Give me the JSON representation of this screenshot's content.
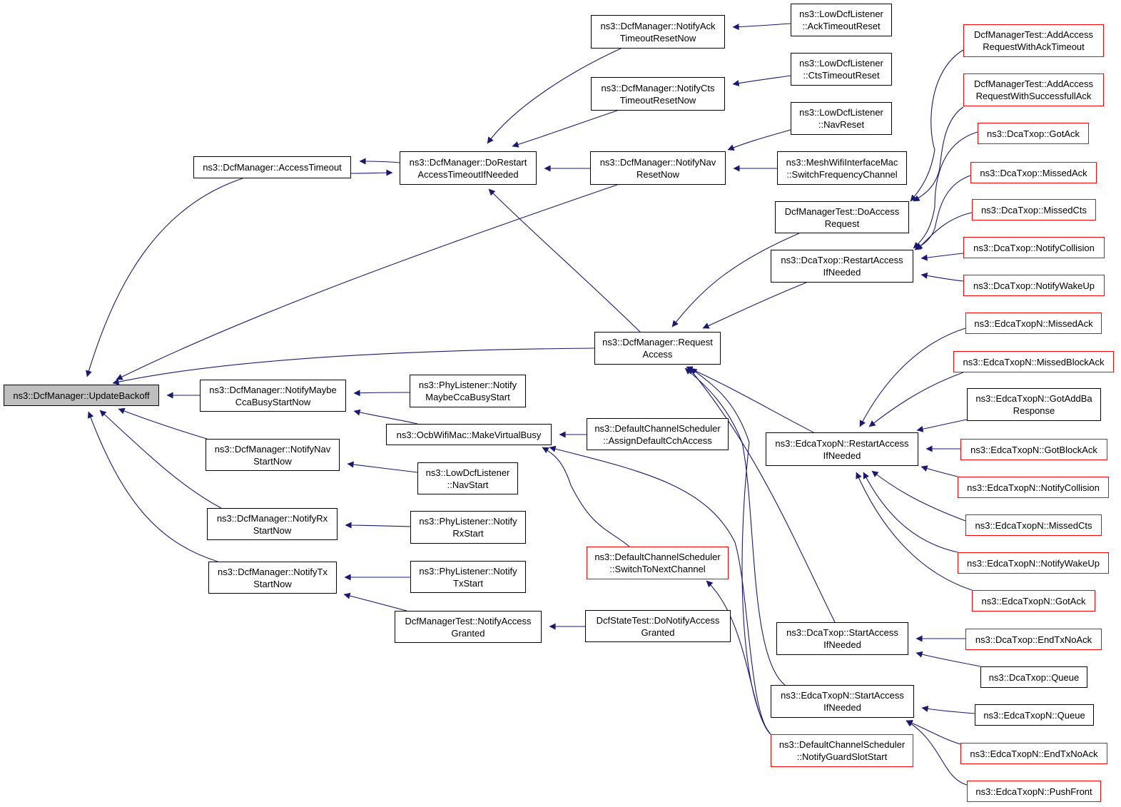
{
  "colors": {
    "edge": "#191970",
    "border": "#000000",
    "border_red": "#ff0000",
    "root_fill": "#bfbfbf"
  },
  "nodes": [
    {
      "id": "root",
      "lines": [
        "ns3::DcfManager::UpdateBackoff"
      ],
      "style": "root"
    },
    {
      "id": "accessTimeout",
      "lines": [
        "ns3::DcfManager::AccessTimeout"
      ],
      "style": "black"
    },
    {
      "id": "doRestart",
      "lines": [
        "ns3::DcfManager::DoRestart",
        "AccessTimeoutIfNeeded"
      ],
      "style": "black"
    },
    {
      "id": "notifyAckReset",
      "lines": [
        "ns3::DcfManager::NotifyAck",
        "TimeoutResetNow"
      ],
      "style": "black"
    },
    {
      "id": "notifyCtsReset",
      "lines": [
        "ns3::DcfManager::NotifyCts",
        "TimeoutResetNow"
      ],
      "style": "black"
    },
    {
      "id": "notifyNavReset",
      "lines": [
        "ns3::DcfManager::NotifyNav",
        "ResetNow"
      ],
      "style": "black"
    },
    {
      "id": "lowAckTimeoutReset",
      "lines": [
        "ns3::LowDcfListener",
        "::AckTimeoutReset"
      ],
      "style": "black"
    },
    {
      "id": "lowCtsTimeoutReset",
      "lines": [
        "ns3::LowDcfListener",
        "::CtsTimeoutReset"
      ],
      "style": "black"
    },
    {
      "id": "lowNavReset",
      "lines": [
        "ns3::LowDcfListener",
        "::NavReset"
      ],
      "style": "black"
    },
    {
      "id": "meshSwitch",
      "lines": [
        "ns3::MeshWifiInterfaceMac",
        "::SwitchFrequencyChannel"
      ],
      "style": "black"
    },
    {
      "id": "requestAccess",
      "lines": [
        "ns3::DcfManager::Request",
        "Access"
      ],
      "style": "black"
    },
    {
      "id": "testDoAccess",
      "lines": [
        "DcfManagerTest::DoAccess",
        "Request"
      ],
      "style": "black"
    },
    {
      "id": "dcaRestart",
      "lines": [
        "ns3::DcaTxop::RestartAccess",
        "IfNeeded"
      ],
      "style": "black"
    },
    {
      "id": "testAddAckTimeout",
      "lines": [
        "DcfManagerTest::AddAccess",
        "RequestWithAckTimeout"
      ],
      "style": "red"
    },
    {
      "id": "testAddSuccessAck",
      "lines": [
        "DcfManagerTest::AddAccess",
        "RequestWithSuccessfullAck"
      ],
      "style": "red"
    },
    {
      "id": "dcaGotAck",
      "lines": [
        "ns3::DcaTxop::GotAck"
      ],
      "style": "red"
    },
    {
      "id": "dcaMissedAck",
      "lines": [
        "ns3::DcaTxop::MissedAck"
      ],
      "style": "red"
    },
    {
      "id": "dcaMissedCts",
      "lines": [
        "ns3::DcaTxop::MissedCts"
      ],
      "style": "red"
    },
    {
      "id": "dcaNotifyCollision",
      "lines": [
        "ns3::DcaTxop::NotifyCollision"
      ],
      "style": "red"
    },
    {
      "id": "dcaNotifyWakeUp",
      "lines": [
        "ns3::DcaTxop::NotifyWakeUp"
      ],
      "style": "red"
    },
    {
      "id": "notifyMaybeCca",
      "lines": [
        "ns3::DcfManager::NotifyMaybe",
        "CcaBusyStartNow"
      ],
      "style": "black"
    },
    {
      "id": "phyMaybeCca",
      "lines": [
        "ns3::PhyListener::Notify",
        "MaybeCcaBusyStart"
      ],
      "style": "black"
    },
    {
      "id": "ocbMakeBusy",
      "lines": [
        "ns3::OcbWifiMac::MakeVirtualBusy"
      ],
      "style": "black"
    },
    {
      "id": "assignCch",
      "lines": [
        "ns3::DefaultChannelScheduler",
        "::AssignDefaultCchAccess"
      ],
      "style": "black"
    },
    {
      "id": "notifyNavStart",
      "lines": [
        "ns3::DcfManager::NotifyNav",
        "StartNow"
      ],
      "style": "black"
    },
    {
      "id": "lowNavStart",
      "lines": [
        "ns3::LowDcfListener",
        "::NavStart"
      ],
      "style": "black"
    },
    {
      "id": "notifyRxStart",
      "lines": [
        "ns3::DcfManager::NotifyRx",
        "StartNow"
      ],
      "style": "black"
    },
    {
      "id": "phyRxStart",
      "lines": [
        "ns3::PhyListener::Notify",
        "RxStart"
      ],
      "style": "black"
    },
    {
      "id": "switchNext",
      "lines": [
        "ns3::DefaultChannelScheduler",
        "::SwitchToNextChannel"
      ],
      "style": "red"
    },
    {
      "id": "notifyTxStart",
      "lines": [
        "ns3::DcfManager::NotifyTx",
        "StartNow"
      ],
      "style": "black"
    },
    {
      "id": "phyTxStart",
      "lines": [
        "ns3::PhyListener::Notify",
        "TxStart"
      ],
      "style": "black"
    },
    {
      "id": "testNotifyGranted",
      "lines": [
        "DcfManagerTest::NotifyAccess",
        "Granted"
      ],
      "style": "black"
    },
    {
      "id": "stateDoNotify",
      "lines": [
        "DcfStateTest::DoNotifyAccess",
        "Granted"
      ],
      "style": "black"
    },
    {
      "id": "edcaMissedAck",
      "lines": [
        "ns3::EdcaTxopN::MissedAck"
      ],
      "style": "red"
    },
    {
      "id": "edcaMissedBlockAck",
      "lines": [
        "ns3::EdcaTxopN::MissedBlockAck"
      ],
      "style": "red"
    },
    {
      "id": "edcaGotAddBa",
      "lines": [
        "ns3::EdcaTxopN::GotAddBa",
        "Response"
      ],
      "style": "black"
    },
    {
      "id": "edcaRestart",
      "lines": [
        "ns3::EdcaTxopN::RestartAccess",
        "IfNeeded"
      ],
      "style": "black"
    },
    {
      "id": "edcaGotBlockAck",
      "lines": [
        "ns3::EdcaTxopN::GotBlockAck"
      ],
      "style": "red"
    },
    {
      "id": "edcaNotifyCollision",
      "lines": [
        "ns3::EdcaTxopN::NotifyCollision"
      ],
      "style": "red"
    },
    {
      "id": "edcaMissedCts",
      "lines": [
        "ns3::EdcaTxopN::MissedCts"
      ],
      "style": "red"
    },
    {
      "id": "edcaNotifyWakeUp",
      "lines": [
        "ns3::EdcaTxopN::NotifyWakeUp"
      ],
      "style": "red"
    },
    {
      "id": "edcaGotAck",
      "lines": [
        "ns3::EdcaTxopN::GotAck"
      ],
      "style": "red"
    },
    {
      "id": "dcaStart",
      "lines": [
        "ns3::DcaTxop::StartAccess",
        "IfNeeded"
      ],
      "style": "black"
    },
    {
      "id": "dcaEndTxNoAck",
      "lines": [
        "ns3::DcaTxop::EndTxNoAck"
      ],
      "style": "red"
    },
    {
      "id": "dcaQueue",
      "lines": [
        "ns3::DcaTxop::Queue"
      ],
      "style": "black"
    },
    {
      "id": "edcaStart",
      "lines": [
        "ns3::EdcaTxopN::StartAccess",
        "IfNeeded"
      ],
      "style": "black"
    },
    {
      "id": "edcaQueue",
      "lines": [
        "ns3::EdcaTxopN::Queue"
      ],
      "style": "black"
    },
    {
      "id": "guardSlot",
      "lines": [
        "ns3::DefaultChannelScheduler",
        "::NotifyGuardSlotStart"
      ],
      "style": "red"
    },
    {
      "id": "edcaEndTxNoAck",
      "lines": [
        "ns3::EdcaTxopN::EndTxNoAck"
      ],
      "style": "red"
    },
    {
      "id": "edcaPushFront",
      "lines": [
        "ns3::EdcaTxopN::PushFront"
      ],
      "style": "red"
    }
  ],
  "edges": [
    {
      "from": "accessTimeout",
      "to": "root"
    },
    {
      "from": "doRestart",
      "to": "accessTimeout"
    },
    {
      "from": "accessTimeout",
      "to": "doRestart"
    },
    {
      "from": "notifyAckReset",
      "to": "doRestart"
    },
    {
      "from": "notifyCtsReset",
      "to": "doRestart"
    },
    {
      "from": "notifyNavReset",
      "to": "doRestart"
    },
    {
      "from": "requestAccess",
      "to": "doRestart"
    },
    {
      "from": "lowAckTimeoutReset",
      "to": "notifyAckReset"
    },
    {
      "from": "lowCtsTimeoutReset",
      "to": "notifyCtsReset"
    },
    {
      "from": "lowNavReset",
      "to": "notifyNavReset"
    },
    {
      "from": "meshSwitch",
      "to": "notifyNavReset"
    },
    {
      "from": "notifyNavReset",
      "to": "root"
    },
    {
      "from": "requestAccess",
      "to": "root"
    },
    {
      "from": "notifyMaybeCca",
      "to": "root"
    },
    {
      "from": "notifyNavStart",
      "to": "root"
    },
    {
      "from": "notifyRxStart",
      "to": "root"
    },
    {
      "from": "notifyTxStart",
      "to": "root"
    },
    {
      "from": "testDoAccess",
      "to": "requestAccess"
    },
    {
      "from": "dcaRestart",
      "to": "requestAccess"
    },
    {
      "from": "edcaRestart",
      "to": "requestAccess"
    },
    {
      "from": "dcaStart",
      "to": "requestAccess"
    },
    {
      "from": "edcaStart",
      "to": "requestAccess"
    },
    {
      "from": "guardSlot",
      "to": "requestAccess"
    },
    {
      "from": "testAddAckTimeout",
      "to": "testDoAccess"
    },
    {
      "from": "testAddSuccessAck",
      "to": "testDoAccess"
    },
    {
      "from": "dcaGotAck",
      "to": "dcaRestart"
    },
    {
      "from": "dcaMissedAck",
      "to": "dcaRestart"
    },
    {
      "from": "dcaMissedCts",
      "to": "dcaRestart"
    },
    {
      "from": "dcaNotifyCollision",
      "to": "dcaRestart"
    },
    {
      "from": "dcaNotifyWakeUp",
      "to": "dcaRestart"
    },
    {
      "from": "phyMaybeCca",
      "to": "notifyMaybeCca"
    },
    {
      "from": "ocbMakeBusy",
      "to": "notifyMaybeCca"
    },
    {
      "from": "assignCch",
      "to": "ocbMakeBusy"
    },
    {
      "from": "switchNext",
      "to": "ocbMakeBusy"
    },
    {
      "from": "guardSlot",
      "to": "ocbMakeBusy"
    },
    {
      "from": "lowNavStart",
      "to": "notifyNavStart"
    },
    {
      "from": "phyRxStart",
      "to": "notifyRxStart"
    },
    {
      "from": "phyTxStart",
      "to": "notifyTxStart"
    },
    {
      "from": "testNotifyGranted",
      "to": "notifyTxStart"
    },
    {
      "from": "stateDoNotify",
      "to": "testNotifyGranted"
    },
    {
      "from": "guardSlot",
      "to": "switchNext"
    },
    {
      "from": "edcaMissedAck",
      "to": "edcaRestart"
    },
    {
      "from": "edcaMissedBlockAck",
      "to": "edcaRestart"
    },
    {
      "from": "edcaGotAddBa",
      "to": "edcaRestart"
    },
    {
      "from": "edcaGotBlockAck",
      "to": "edcaRestart"
    },
    {
      "from": "edcaNotifyCollision",
      "to": "edcaRestart"
    },
    {
      "from": "edcaMissedCts",
      "to": "edcaRestart"
    },
    {
      "from": "edcaNotifyWakeUp",
      "to": "edcaRestart"
    },
    {
      "from": "edcaGotAck",
      "to": "edcaRestart"
    },
    {
      "from": "dcaEndTxNoAck",
      "to": "dcaStart"
    },
    {
      "from": "dcaQueue",
      "to": "dcaStart"
    },
    {
      "from": "edcaQueue",
      "to": "edcaStart"
    },
    {
      "from": "edcaEndTxNoAck",
      "to": "edcaStart"
    },
    {
      "from": "edcaPushFront",
      "to": "edcaStart"
    }
  ]
}
